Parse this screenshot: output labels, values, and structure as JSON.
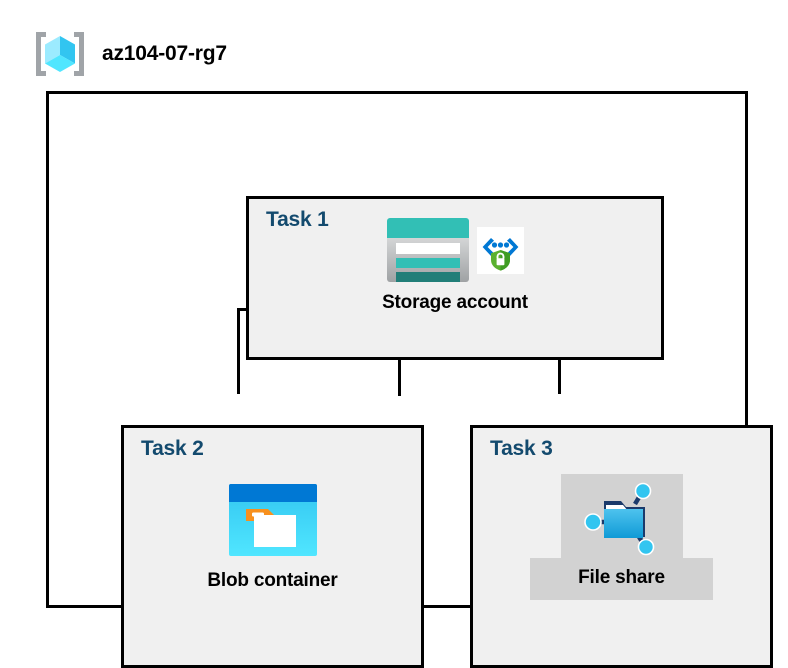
{
  "header": {
    "title": "az104-07-rg7",
    "icon": "resource-group-cube-icon"
  },
  "diagram": {
    "type": "hierarchy",
    "root": "Storage account",
    "panels": [
      {
        "id": "task1",
        "label": "Task 1",
        "node": {
          "caption": "Storage account",
          "icons": [
            "storage-account-icon",
            "storage-security-shield-icon"
          ],
          "highlighted": false
        }
      },
      {
        "id": "task2",
        "label": "Task 2",
        "node": {
          "caption": "Blob container",
          "icons": [
            "blob-container-icon"
          ],
          "highlighted": false
        }
      },
      {
        "id": "task3",
        "label": "Task 3",
        "node": {
          "caption": "File share",
          "icons": [
            "file-share-icon"
          ],
          "highlighted": true
        }
      }
    ],
    "connections": [
      {
        "from": "task1",
        "to": "task2"
      },
      {
        "from": "task1",
        "to": "task3"
      }
    ]
  },
  "colors": {
    "task_label": "#134a6e",
    "panel_background": "#f0f0f0",
    "panel_border": "#000000",
    "page_background": "#ffffff",
    "highlight_band": "#d2d2d2",
    "storage_teal": "#32bfb5",
    "storage_teal_dark": "#217e78",
    "blob_blue": "#0078d4",
    "blob_cyan": "#50e6ff",
    "blob_orange": "#f7901e",
    "shield_green": "#5bb12f",
    "cube_cyan": "#50e6ff",
    "bracket_gray": "#a0a4a8"
  }
}
